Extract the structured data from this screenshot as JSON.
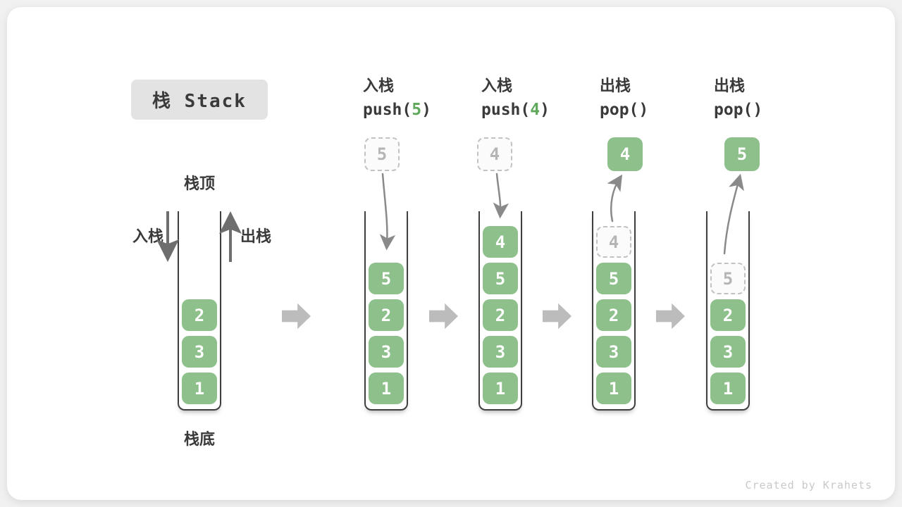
{
  "title": {
    "text": "栈 Stack"
  },
  "legend": {
    "stack_top": "栈顶",
    "stack_bottom": "栈底",
    "push_side": "入栈",
    "pop_side": "出栈"
  },
  "colors": {
    "page_bg": "#f1f1f1",
    "card_bg": "#ffffff",
    "title_bg": "#e3e3e3",
    "ink": "#3a3a3a",
    "green": "#8dc08a",
    "green_dark": "#5fa85c",
    "ghost_bg": "#fbfbfb",
    "ghost_border": "#c2c2c2",
    "ghost_text": "#b5b5b5",
    "line": "#3f3f3f",
    "arrow": "#8a8a8a",
    "side_arrow": "#6e6e6e",
    "chevron": "#bcbcbc",
    "watermark": "#c9c9c9"
  },
  "states": [
    {
      "name": "initial",
      "cells": [
        {
          "v": "2"
        },
        {
          "v": "3"
        },
        {
          "v": "1"
        }
      ]
    },
    {
      "name": "push-5",
      "op": {
        "action": "入栈",
        "prefix": "push(",
        "arg": "5",
        "suffix": ")"
      },
      "floating": {
        "value": "5",
        "kind": "ghost"
      },
      "cells": [
        {
          "v": "5"
        },
        {
          "v": "2"
        },
        {
          "v": "3"
        },
        {
          "v": "1"
        }
      ]
    },
    {
      "name": "push-4",
      "op": {
        "action": "入栈",
        "prefix": "push(",
        "arg": "4",
        "suffix": ")"
      },
      "floating": {
        "value": "4",
        "kind": "ghost"
      },
      "cells": [
        {
          "v": "4"
        },
        {
          "v": "5"
        },
        {
          "v": "2"
        },
        {
          "v": "3"
        },
        {
          "v": "1"
        }
      ]
    },
    {
      "name": "pop-4",
      "op": {
        "action": "出栈",
        "prefix": "pop(",
        "arg": "",
        "suffix": ")"
      },
      "floating": {
        "value": "4",
        "kind": "solid"
      },
      "cells": [
        {
          "v": "4",
          "ghost": true
        },
        {
          "v": "5"
        },
        {
          "v": "2"
        },
        {
          "v": "3"
        },
        {
          "v": "1"
        }
      ]
    },
    {
      "name": "pop-5",
      "op": {
        "action": "出栈",
        "prefix": "pop(",
        "arg": "",
        "suffix": ")"
      },
      "floating": {
        "value": "5",
        "kind": "solid"
      },
      "cells": [
        {
          "v": "5",
          "ghost": true
        },
        {
          "v": "2"
        },
        {
          "v": "3"
        },
        {
          "v": "1"
        }
      ]
    }
  ],
  "watermark": "Created by Krahets"
}
